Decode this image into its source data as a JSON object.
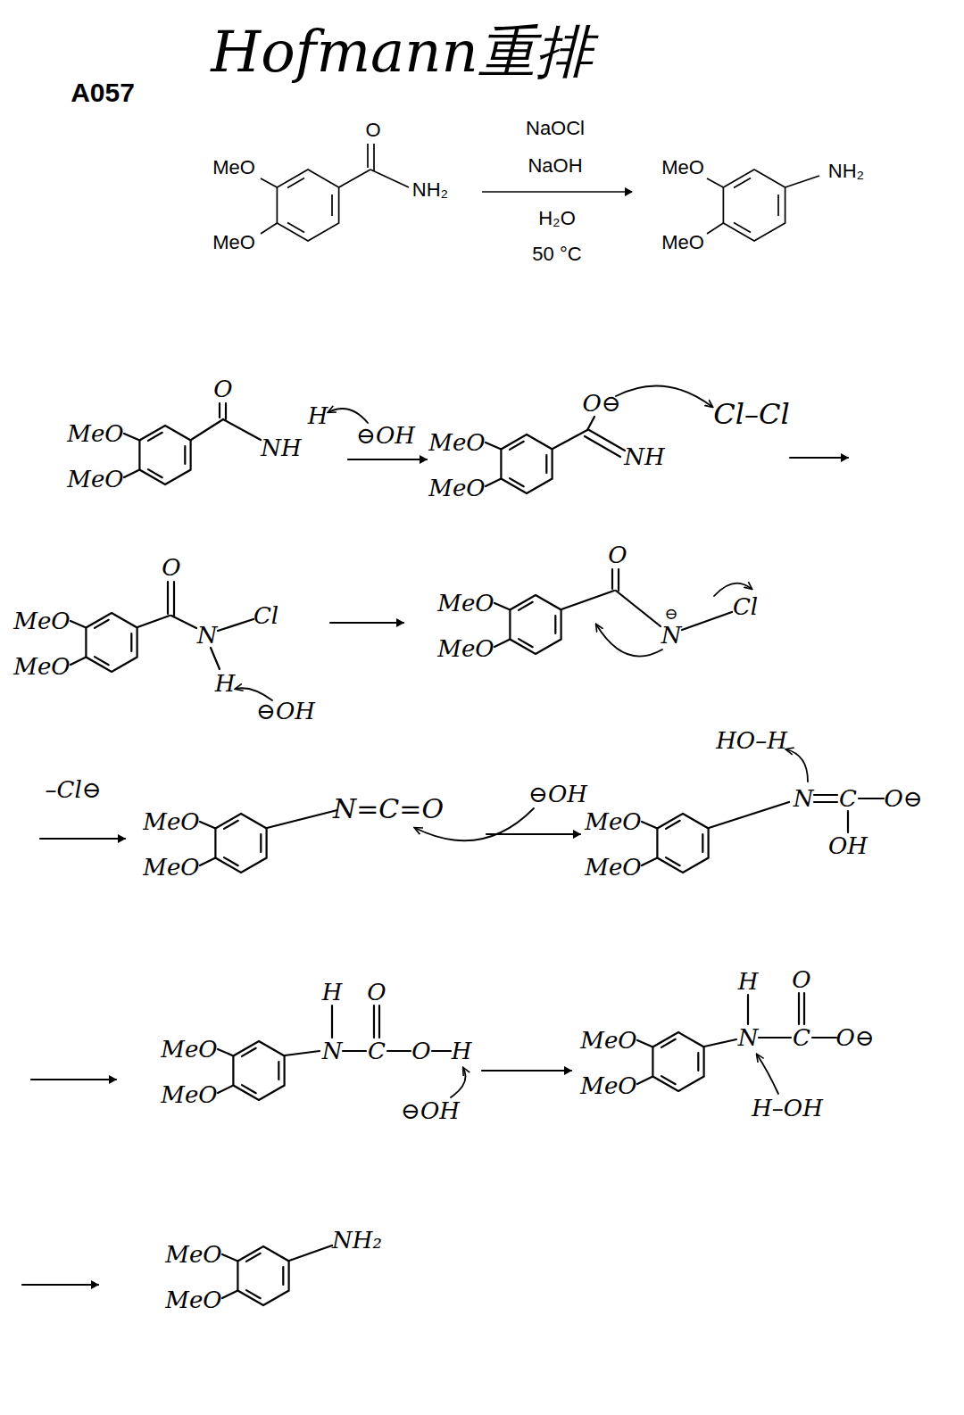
{
  "diagram": {
    "title": "Hofmann重排",
    "labels": [
      "A057",
      "MeO",
      "MeO",
      "O",
      "NH₂",
      "NaOCl",
      "NaOH",
      "H₂O",
      "50 °C",
      "MeO",
      "MeO",
      "NH₂",
      "MeO",
      "MeO",
      "O",
      "NH",
      "H",
      "⊖OH",
      "MeO",
      "MeO",
      "O⊖",
      "NH",
      "Cl–Cl",
      "MeO",
      "MeO",
      "O",
      "N",
      "Cl",
      "H",
      "⊖OH",
      "MeO",
      "MeO",
      "O",
      "N",
      "⊖",
      "Cl",
      "–Cl⊖",
      "MeO",
      "MeO",
      "N=C=O",
      "⊖OH",
      "HO–H",
      "MeO",
      "MeO",
      "N",
      "C",
      "O⊖",
      "OH",
      "MeO",
      "MeO",
      "H",
      "N",
      "C",
      "O",
      "O",
      "H",
      "⊖OH",
      "MeO",
      "MeO",
      "H",
      "N",
      "C",
      "O",
      "O⊖",
      "H–OH",
      "MeO",
      "MeO",
      "NH₂"
    ]
  }
}
